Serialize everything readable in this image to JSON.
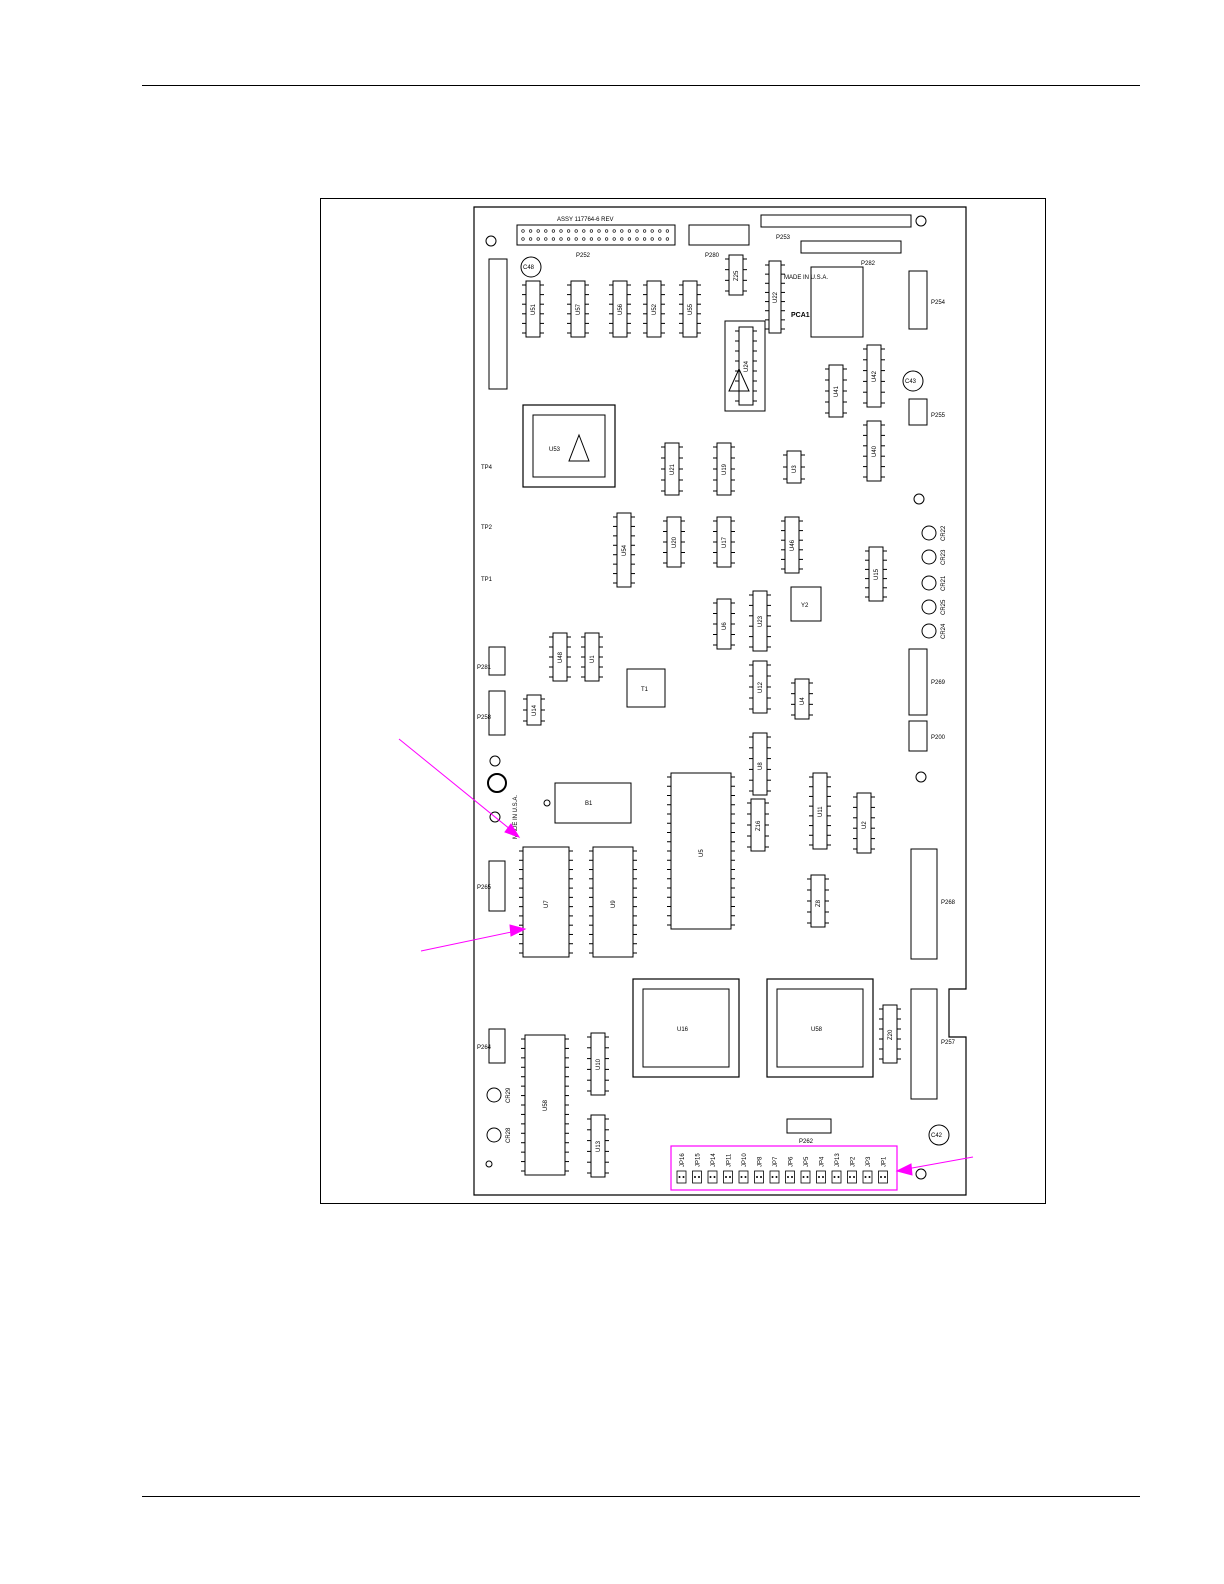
{
  "board": {
    "assy_label": "ASSY 117764-6 REV",
    "made_in_top": "MADE IN U.S.A.",
    "made_in_side": "MADE IN U.S.A.",
    "board_marking": "PCA1",
    "components": [
      {
        "id": "p252",
        "label": "P252"
      },
      {
        "id": "p280",
        "label": "P280"
      },
      {
        "id": "p253",
        "label": "P253"
      },
      {
        "id": "p282",
        "label": "P282"
      },
      {
        "id": "p254",
        "label": "P254"
      },
      {
        "id": "p255",
        "label": "P255"
      },
      {
        "id": "p281",
        "label": "P281"
      },
      {
        "id": "p258",
        "label": "P258"
      },
      {
        "id": "p265",
        "label": "P265"
      },
      {
        "id": "p264",
        "label": "P264"
      },
      {
        "id": "p269",
        "label": "P269"
      },
      {
        "id": "p200",
        "label": "P200"
      },
      {
        "id": "p268",
        "label": "P268"
      },
      {
        "id": "p257",
        "label": "P257"
      },
      {
        "id": "p262",
        "label": "P262"
      },
      {
        "id": "u51",
        "label": "U51"
      },
      {
        "id": "u57",
        "label": "U57"
      },
      {
        "id": "u56",
        "label": "U56"
      },
      {
        "id": "u52",
        "label": "U52"
      },
      {
        "id": "u55",
        "label": "U55"
      },
      {
        "id": "u22",
        "label": "U22"
      },
      {
        "id": "u24",
        "label": "U24"
      },
      {
        "id": "u25",
        "label": "Z25"
      },
      {
        "id": "u41",
        "label": "U41"
      },
      {
        "id": "u42",
        "label": "U42"
      },
      {
        "id": "u53",
        "label": "U53"
      },
      {
        "id": "u21",
        "label": "U21"
      },
      {
        "id": "u19",
        "label": "U19"
      },
      {
        "id": "u3",
        "label": "U3"
      },
      {
        "id": "u40",
        "label": "U40"
      },
      {
        "id": "u54",
        "label": "U54"
      },
      {
        "id": "u20",
        "label": "U20"
      },
      {
        "id": "u17",
        "label": "U17"
      },
      {
        "id": "u46",
        "label": "U46"
      },
      {
        "id": "u15",
        "label": "U15"
      },
      {
        "id": "u48",
        "label": "U48"
      },
      {
        "id": "u1",
        "label": "U1"
      },
      {
        "id": "u6",
        "label": "U6"
      },
      {
        "id": "u23",
        "label": "U23"
      },
      {
        "id": "u14",
        "label": "U14"
      },
      {
        "id": "u12",
        "label": "U12"
      },
      {
        "id": "u4",
        "label": "U4"
      },
      {
        "id": "u8",
        "label": "U8"
      },
      {
        "id": "u11",
        "label": "U11"
      },
      {
        "id": "u2",
        "label": "U2"
      },
      {
        "id": "u5",
        "label": "U5"
      },
      {
        "id": "u7",
        "label": "U7"
      },
      {
        "id": "u9",
        "label": "U9"
      },
      {
        "id": "u18",
        "label": "U18"
      },
      {
        "id": "u16",
        "label": "U16"
      },
      {
        "id": "u58",
        "label": "U58"
      },
      {
        "id": "u10",
        "label": "U10"
      },
      {
        "id": "u13",
        "label": "U13"
      },
      {
        "id": "b1",
        "label": "B1"
      },
      {
        "id": "t1",
        "label": "T1"
      },
      {
        "id": "y2",
        "label": "Y2"
      },
      {
        "id": "z20",
        "label": "Z20"
      },
      {
        "id": "z8",
        "label": "Z8"
      },
      {
        "id": "z16",
        "label": "Z16"
      },
      {
        "id": "cr22",
        "label": "CR22"
      },
      {
        "id": "cr23",
        "label": "CR23"
      },
      {
        "id": "cr21",
        "label": "CR21"
      },
      {
        "id": "cr25",
        "label": "CR25"
      },
      {
        "id": "cr24",
        "label": "CR24"
      },
      {
        "id": "cr29",
        "label": "CR29"
      },
      {
        "id": "cr28",
        "label": "CR28"
      },
      {
        "id": "c48",
        "label": "C48"
      },
      {
        "id": "c43",
        "label": "C43"
      },
      {
        "id": "c42",
        "label": "C42"
      },
      {
        "id": "tp4",
        "label": "TP4"
      },
      {
        "id": "tp2",
        "label": "TP2"
      },
      {
        "id": "tp1",
        "label": "TP1"
      }
    ],
    "jumpers": [
      "JP16",
      "JP15",
      "JP14",
      "JP11",
      "JP10",
      "JP8",
      "JP7",
      "JP6",
      "JP5",
      "JP4",
      "JP13",
      "JP2",
      "JP3",
      "JP1"
    ]
  },
  "colors": {
    "ink": "#000000",
    "callout": "#ff00ff"
  }
}
